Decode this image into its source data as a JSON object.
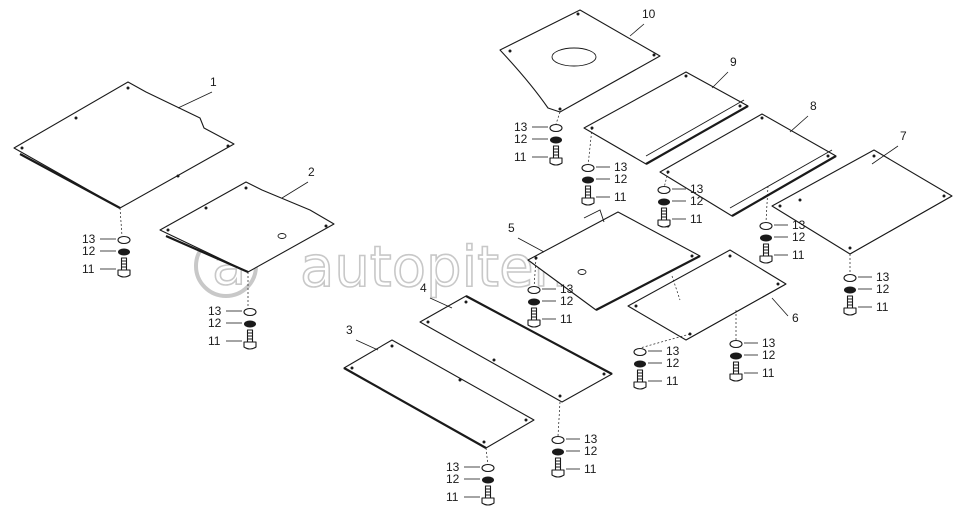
{
  "watermark": "autopiter.ru",
  "part_labels": [
    "1",
    "2",
    "3",
    "4",
    "5",
    "6",
    "7",
    "8",
    "9",
    "10"
  ],
  "hardware_labels": {
    "bolt": "11",
    "washer": "12",
    "nut": "13"
  }
}
